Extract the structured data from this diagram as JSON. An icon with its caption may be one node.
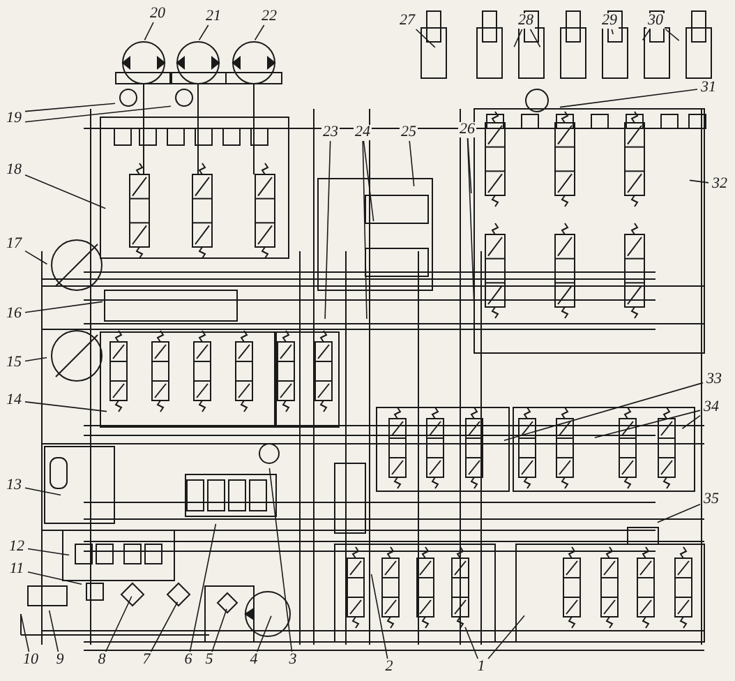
{
  "diagram": {
    "nodes": [
      {
        "text": [
          "1"
        ]
      },
      {
        "text": [
          "2"
        ]
      },
      {
        "text": [
          "3"
        ]
      },
      {
        "text": [
          "4"
        ]
      },
      {
        "text": [
          "5"
        ]
      },
      {
        "text": [
          "6"
        ]
      },
      {
        "text": [
          "7"
        ]
      },
      {
        "text": [
          "8"
        ]
      },
      {
        "text": [
          "9"
        ]
      },
      {
        "text": [
          "10"
        ]
      },
      {
        "text": [
          "11"
        ]
      },
      {
        "text": [
          "12"
        ]
      },
      {
        "text": [
          "13"
        ]
      },
      {
        "text": [
          "14"
        ]
      },
      {
        "text": [
          "15"
        ]
      },
      {
        "text": [
          "16"
        ]
      },
      {
        "text": [
          "17"
        ]
      },
      {
        "text": [
          "18"
        ]
      },
      {
        "text": [
          "19"
        ]
      },
      {
        "text": [
          "20"
        ]
      },
      {
        "text": [
          "21"
        ]
      },
      {
        "text": [
          "22"
        ]
      },
      {
        "text": [
          "23"
        ]
      },
      {
        "text": [
          "24"
        ]
      },
      {
        "text": [
          "25"
        ]
      },
      {
        "text": [
          "26"
        ]
      },
      {
        "text": [
          "27"
        ]
      },
      {
        "text": [
          "28"
        ]
      },
      {
        "text": [
          "29"
        ]
      },
      {
        "text": [
          "30"
        ]
      },
      {
        "text": [
          "31"
        ]
      },
      {
        "text": [
          "32"
        ]
      },
      {
        "text": [
          "33"
        ]
      },
      {
        "text": [
          "34"
        ]
      },
      {
        "text": [
          "35"
        ]
      }
    ],
    "edges": [
      {
        "from": 0,
        "to": null,
        "arrow": "none"
      },
      {
        "from": 0,
        "to": null,
        "arrow": "none"
      },
      {
        "from": 1,
        "to": null,
        "arrow": "none"
      },
      {
        "from": 2,
        "to": null,
        "arrow": "none"
      },
      {
        "from": 3,
        "to": null,
        "arrow": "none"
      },
      {
        "from": 4,
        "to": null,
        "arrow": "none"
      },
      {
        "from": 5,
        "to": null,
        "arrow": "none"
      },
      {
        "from": 6,
        "to": null,
        "arrow": "none"
      },
      {
        "from": 7,
        "to": null,
        "arrow": "none"
      },
      {
        "from": 8,
        "to": null,
        "arrow": "none"
      },
      {
        "from": 9,
        "to": null,
        "arrow": "none"
      },
      {
        "from": 10,
        "to": null,
        "arrow": "none"
      },
      {
        "from": 11,
        "to": null,
        "arrow": "none"
      },
      {
        "from": 12,
        "to": null,
        "arrow": "none"
      },
      {
        "from": 13,
        "to": null,
        "arrow": "none"
      },
      {
        "from": 14,
        "to": null,
        "arrow": "none"
      },
      {
        "from": 15,
        "to": null,
        "arrow": "none"
      },
      {
        "from": 16,
        "to": null,
        "arrow": "none"
      },
      {
        "from": 17,
        "to": null,
        "arrow": "none"
      },
      {
        "from": 18,
        "to": null,
        "arrow": "none"
      },
      {
        "from": 18,
        "to": null,
        "arrow": "none"
      },
      {
        "from": 19,
        "to": null,
        "arrow": "none"
      },
      {
        "from": 20,
        "to": null,
        "arrow": "none"
      },
      {
        "from": 21,
        "to": null,
        "arrow": "none"
      },
      {
        "from": 22,
        "to": null,
        "arrow": "none"
      },
      {
        "from": 23,
        "to": null,
        "arrow": "none"
      },
      {
        "from": 23,
        "to": null,
        "arrow": "none"
      },
      {
        "from": 24,
        "to": null,
        "arrow": "none"
      },
      {
        "from": 25,
        "to": null,
        "arrow": "none"
      },
      {
        "from": 25,
        "to": null,
        "arrow": "none"
      },
      {
        "from": 26,
        "to": null,
        "arrow": "none"
      },
      {
        "from": 27,
        "to": null,
        "arrow": "none"
      },
      {
        "from": 27,
        "to": null,
        "arrow": "none"
      },
      {
        "from": 28,
        "to": null,
        "arrow": "none"
      },
      {
        "from": 29,
        "to": null,
        "arrow": "none"
      },
      {
        "from": 29,
        "to": null,
        "arrow": "none"
      },
      {
        "from": 30,
        "to": null,
        "arrow": "none"
      },
      {
        "from": 31,
        "to": null,
        "arrow": "none"
      },
      {
        "from": 32,
        "to": null,
        "arrow": "none"
      },
      {
        "from": 33,
        "to": null,
        "arrow": "none"
      },
      {
        "from": 33,
        "to": null,
        "arrow": "none"
      },
      {
        "from": 34,
        "to": null,
        "arrow": "none"
      }
    ]
  }
}
